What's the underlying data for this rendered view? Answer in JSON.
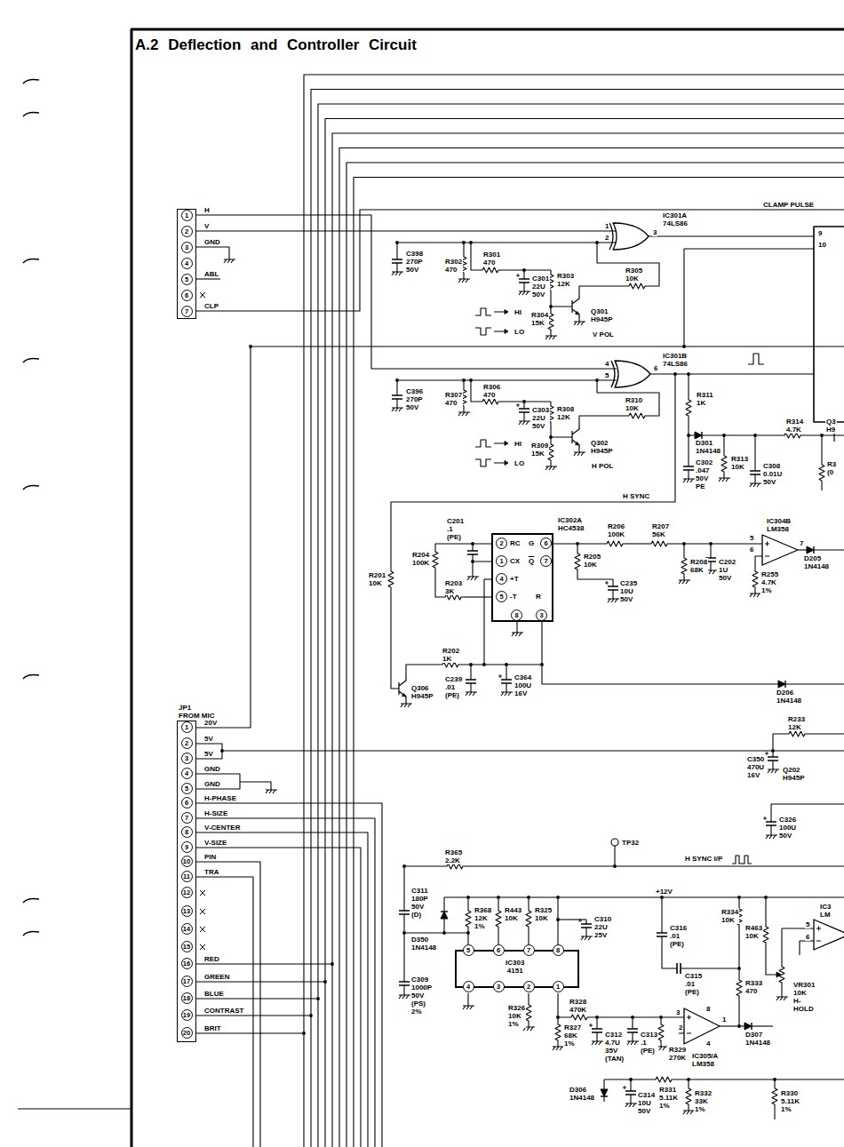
{
  "diagram": {
    "title": "A.2 Deflection and Controller Circuit",
    "nodes": [
      {
        "text": [
          "1",
          "2",
          "3",
          "4",
          "5",
          "6",
          "7"
        ]
      },
      {
        "text": [
          "1",
          "2",
          "3",
          "4",
          "5",
          "6",
          "7",
          "8",
          "9",
          "10",
          "11",
          "12",
          "13",
          "14",
          "15",
          "16",
          "17",
          "18",
          "19",
          "20"
        ]
      },
      {
        "text": [
          "2",
          "RC",
          "1",
          "CX",
          "4",
          "+T",
          "5",
          "-T",
          "8",
          "3",
          "R",
          "G",
          "6",
          "Q",
          "7"
        ]
      },
      {
        "text": [
          "5",
          "6",
          "7",
          "8",
          "IC303 4151",
          "4",
          "3",
          "2",
          "1"
        ]
      }
    ],
    "labels": [
      "CLAMP PULSE",
      "IC301A 74LS86",
      "1",
      "2",
      "3",
      "9",
      "10",
      "H",
      "V",
      "GND",
      "ABL",
      "CLP",
      "C398 270P 50V",
      "R302 470",
      "R301 470",
      "C301 22U 50V",
      "R303 12K",
      "R305 10K",
      "R304 15K",
      "Q301 H945P",
      "HI",
      "LO",
      "V POL",
      "IC301B 74LS86",
      "4",
      "5",
      "6",
      "C396 270P 50V",
      "R307 470",
      "R306 470",
      "C303 22U 50V",
      "R308 12K",
      "R309 15K",
      "Q302 H945P",
      "HI",
      "LO",
      "H POL",
      "R310 10K",
      "R311 1K",
      "D301 1N4148",
      "R314 4.7K",
      "Q3 H9",
      "C302 .047 50V PE",
      "R313 10K",
      "C308 0.01U 50V",
      "R3 (0",
      "H SYNC",
      "IC302A HC4538",
      "R204 100K",
      "C201 .1 (PE)",
      "R206 100K",
      "R207 56K",
      "R205 10K",
      "C235 10U 50V",
      "R208 68K",
      "C202 1U 50V",
      "IC304B LM358",
      "5",
      "6",
      "7",
      "D205 1N4148",
      "R255 4.7K 1%",
      "R201 10K",
      "R203 3K",
      "R202 1K",
      "C239 .01 (PE)",
      "C364 100U 16V",
      "Q306 H945P",
      "D206 1N4148",
      "JP1",
      "FROM MIC",
      "20V",
      "5V",
      "5V",
      "GND",
      "GND",
      "H-PHASE",
      "H-SIZE",
      "V-CENTER",
      "V-SIZE",
      "PIN",
      "TRA",
      "RED",
      "GREEN",
      "BLUE",
      "CONTRAST",
      "BRIT",
      "R233 12K",
      "C350 470U 16V",
      "Q202 H945P",
      "C326 100U 50V",
      "TP32",
      "H SYNC I/P",
      "R365 2.2K",
      "+12V",
      "C311 180P 50V (D)",
      "D350 1N4148",
      "R368 12K 1%",
      "R443 10K",
      "R325 10K",
      "C310 22U 25V",
      "C309 1000P 50V (PS) 2%",
      "C316 .01 (PE)",
      "C315 .01 (PE)",
      "R334 10K",
      "R463 10K",
      "R333 470",
      "VR301 10K H-HOLD",
      "IC3 LM",
      "5",
      "6",
      "R328 470K",
      "3",
      "2",
      "8",
      "4",
      "1",
      "IC305/A LM358",
      "D307 1N4148",
      "R326 10K 1%",
      "R327 68K 1%",
      "C312 4.7U 35V (TAN)",
      "C313 .1 (PE)",
      "R329 270K",
      "D306 1N4148",
      "C314 10U 50V",
      "R331 5.11K 1%",
      "R332 33K 1%",
      "R330 5.11K 1%"
    ]
  }
}
